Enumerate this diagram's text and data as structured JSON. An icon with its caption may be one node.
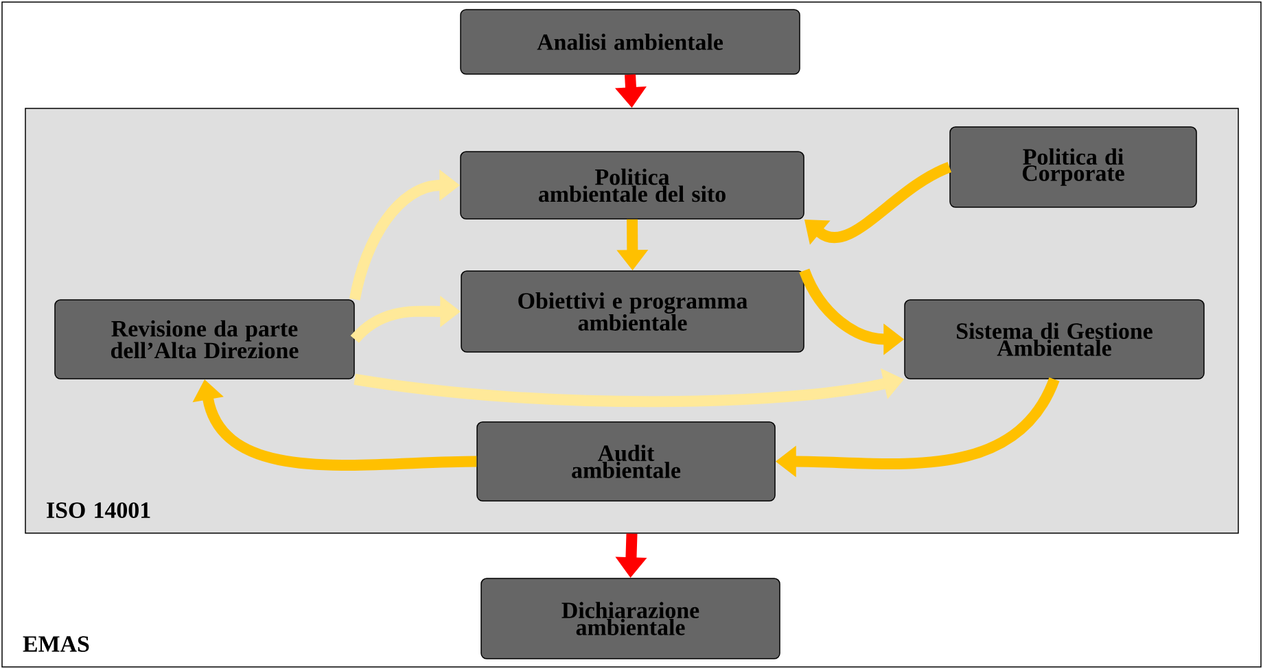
{
  "diagram": {
    "nodes": [
      {
        "text": [
          "EMAS"
        ]
      },
      {
        "text": [
          "Analisi ambientale"
        ],
        "in": 0
      },
      {
        "text": [
          "ISO 14001"
        ],
        "in": 0
      },
      {
        "text": [
          "Politica ambientale del sito"
        ],
        "in": 2
      },
      {
        "text": [
          "Politica di Corporate"
        ],
        "in": 2
      },
      {
        "text": [
          "Obiettivi e programma ambientale"
        ],
        "in": 2
      },
      {
        "text": [
          "Revisione da parte dell’Alta Direzione"
        ],
        "in": 2
      },
      {
        "text": [
          "Sistema di Gestione Ambientale"
        ],
        "in": 2
      },
      {
        "text": [
          "Audit ambientale"
        ],
        "in": 2
      },
      {
        "text": [
          "Dichiarazione ambientale"
        ],
        "in": 0
      }
    ],
    "edges": [
      {
        "from": 1,
        "to": 2,
        "arrow": "to",
        "color": "#ff0000"
      },
      {
        "from": 2,
        "to": 9,
        "arrow": "to",
        "color": "#ff0000"
      },
      {
        "from": 3,
        "to": 5,
        "arrow": "to"
      },
      {
        "from": 4,
        "to": 3,
        "arrow": "to"
      },
      {
        "from": 5,
        "to": 7,
        "arrow": "to"
      },
      {
        "from": 7,
        "to": 8,
        "arrow": "to"
      },
      {
        "from": 8,
        "to": 6,
        "arrow": "to"
      },
      {
        "from": 6,
        "to": 3,
        "arrow": "to",
        "color": "#ffe999"
      },
      {
        "from": 6,
        "to": 5,
        "arrow": "to",
        "color": "#ffe999"
      },
      {
        "from": 6,
        "to": 7,
        "arrow": "to",
        "color": "#ffe999"
      }
    ]
  }
}
